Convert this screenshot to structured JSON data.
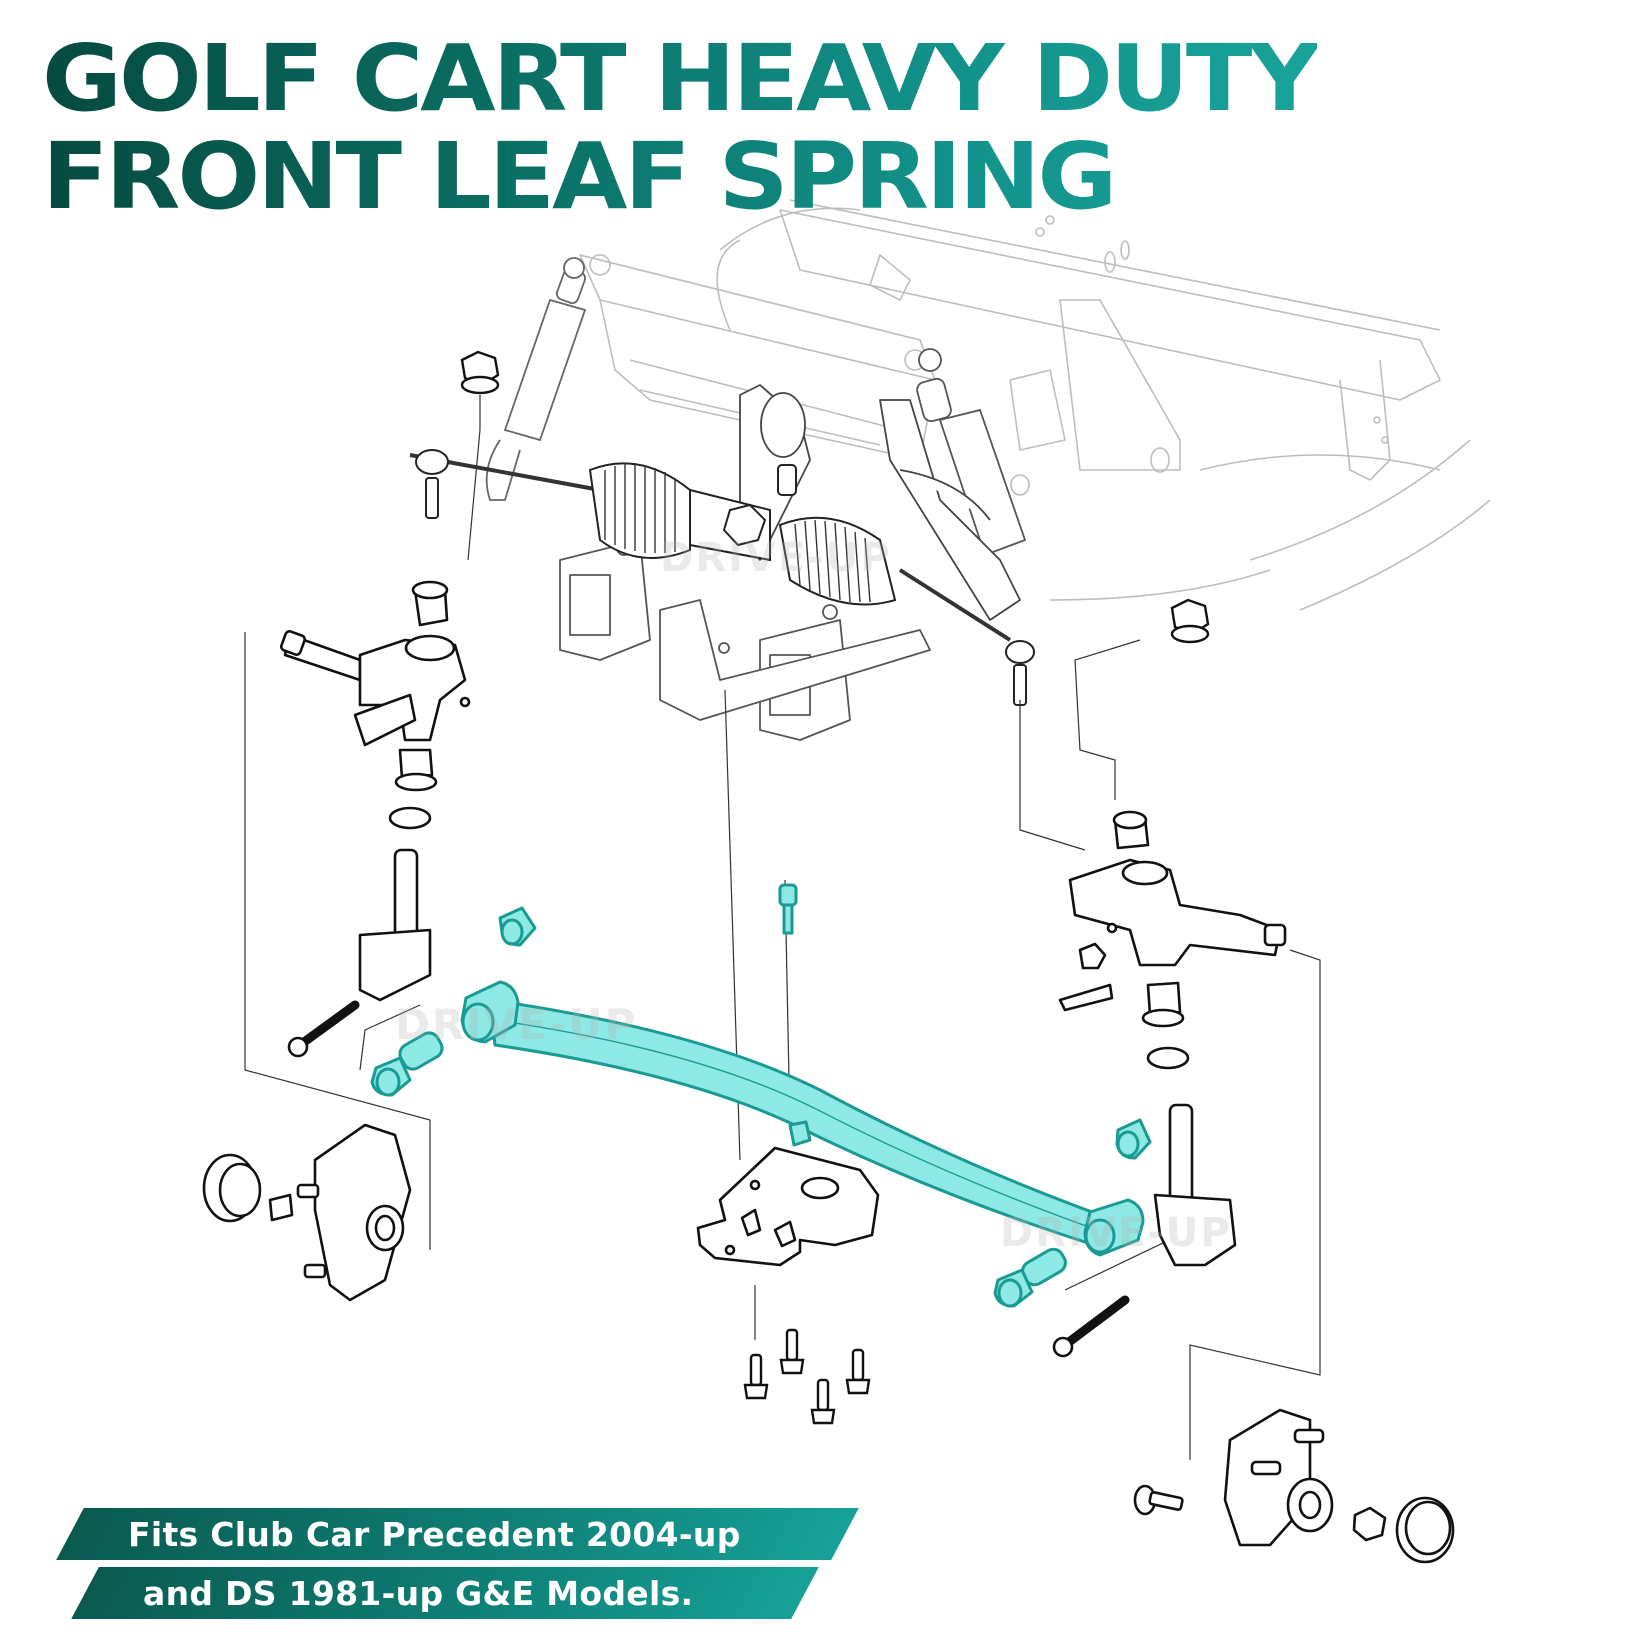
{
  "title": {
    "line1": "GOLF CART HEAVY DUTY",
    "line2": "FRONT LEAF SPRING"
  },
  "banner": {
    "line1": "Fits Club Car Precedent 2004-up",
    "line2": "and DS 1981-up G&E Models."
  },
  "watermark": {
    "text": "DRIVE-UP"
  },
  "colors": {
    "title_dark": "#064a40",
    "title_light": "#18a39a",
    "spring_fill": "#8ee8e4",
    "spring_stroke": "#1a9a94",
    "outline": "#111111",
    "frame_line": "#b8b8b8",
    "banner_dark": "#0a5a50",
    "banner_light": "#16a198"
  },
  "diagram": {
    "highlighted_part": "front-leaf-spring",
    "components": [
      "chassis-frame",
      "shock-absorbers",
      "steering-rack",
      "tie-rods",
      "left-spindle",
      "right-spindle",
      "king-pins",
      "bushings",
      "leaf-spring",
      "spring-mount-plate",
      "mount-bolts",
      "left-wheel-hub",
      "right-wheel-hub",
      "dust-caps",
      "flange-nuts"
    ]
  }
}
